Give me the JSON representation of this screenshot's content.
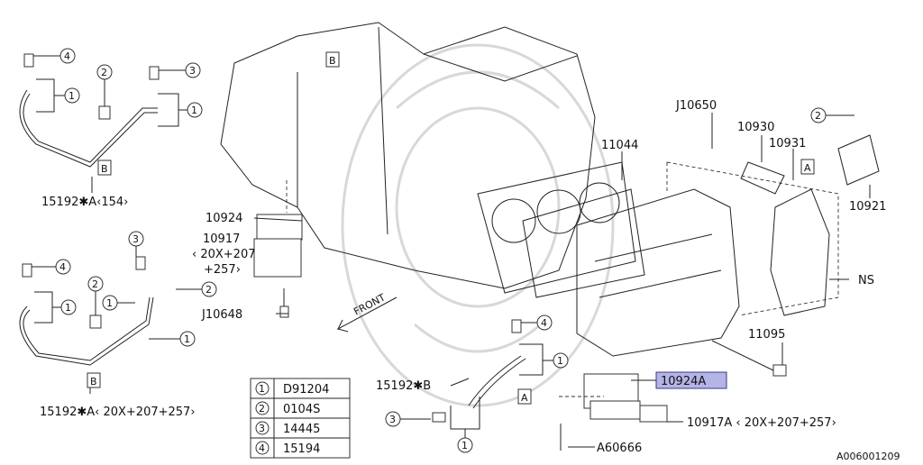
{
  "labels": {
    "p15192a_154": "15192✱A‹154›",
    "p15192a_20x": "15192✱A‹ 20X+207+257›",
    "p15192b": "15192✱B",
    "p10924": "10924",
    "p10917_line1": "10917",
    "p10917_line2": "‹ 20X+207",
    "p10917_line3": "+257›",
    "j10648": "J10648",
    "j10650": "J10650",
    "p10930": "10930",
    "p10931": "10931",
    "p11044": "11044",
    "p10921": "10921",
    "ns": "NS",
    "p11095": "11095",
    "p10924a": "10924A",
    "p10917a": "10917A ‹ 20X+207+257›",
    "a60666": "A60666",
    "front": "FRONT",
    "ref_a": "A",
    "ref_b": "B",
    "diagram_id": "A006001209"
  },
  "callouts": {
    "c1": "1",
    "c2": "2",
    "c3": "3",
    "c4": "4"
  },
  "legend": [
    {
      "num": "1",
      "part": "D91204"
    },
    {
      "num": "2",
      "part": "0104S"
    },
    {
      "num": "3",
      "part": "14445"
    },
    {
      "num": "4",
      "part": "15194"
    }
  ],
  "colors": {
    "highlight": "#b4b4e6",
    "line": "#222222",
    "watermark": "#d8d8d8"
  }
}
